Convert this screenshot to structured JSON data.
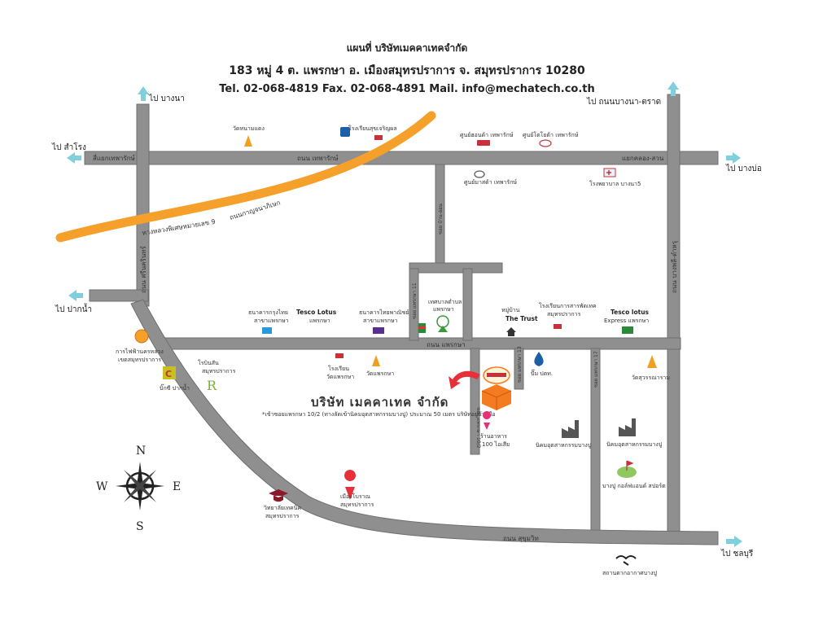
{
  "header": {
    "title": "แผนที่ บริษัทเมคคาเทคจำกัด",
    "address": "183 หมู่ 4 ต. แพรกษา อ. เมืองสมุทรปราการ จ. สมุทรปราการ 10280",
    "contact": "Tel. 02-068-4819 Fax. 02-068-4891 Mail. info@mechatech.co.th"
  },
  "directions": {
    "bangna": "ไป บางนา",
    "bangna_trat": "ไป ถนนบางนา-ตราด",
    "samrong": "ไป สำโรง",
    "bangbo": "ไป บางบ่อ",
    "paknam": "ไป ปากน้ำ",
    "chonburi": "ไป ชลบุรี"
  },
  "roads": {
    "thepharak": "ถนน เทพารักษ์",
    "thepharak_junction": "สี่แยกเทพารักษ์",
    "khlongsuan_junction": "แยกคลอง-สวน",
    "kanchanaphisek": "ถนนกาญจนาภิเษก",
    "highway9": "ทางหลวงพิเศษหมายเลข 9",
    "srinakarin": "ถนน ศรีนครินทร์",
    "bangphli_tamru": "ถนน บางพลี-ตำหรุ",
    "phraeksa": "ถนน แพรกษา",
    "sukhumvit": "ถนน สุขุมวิท",
    "soi_side": "ซอย บ้าน-อ่อน",
    "soi_11": "ซอย แพรกษา 11",
    "soi_10_2": "ซอย แพรกษา 10/2",
    "soi_13": "ซอย แพรกษา 13",
    "soi_17": "ซอย แพรกษา 17"
  },
  "pois": {
    "wat_mahaeng": "วัดหนามแดง",
    "school_suksa": "โรงเรียนสุขเจริญผล",
    "honda": "ศูนย์ฮอนด้า เทพารักษ์",
    "toyota": "ศูนย์โตโยต้า เทพารักษ์",
    "mazda": "ศูนย์มาสด้า เทพารักษ์",
    "hospital": "โรงพยาบาล บางนา5",
    "ktb": "ธนาคารกรุงไทย",
    "ktb_branch": "สาขาแพรกษา",
    "lotus_1": "Tesco Lotus",
    "lotus_1_branch": "แพรกษา",
    "scb": "ธนาคารไทยพาณิชย์",
    "scb_branch": "สาขาแพรกษา",
    "tesaban": "เทศบาลตำบล",
    "tesaban_2": "แพรกษา",
    "village": "หมู่บ้าน",
    "village_2": "The Trust",
    "school_tech": "โรงเรียนการสารพัดเทค",
    "school_tech_2": "สมุทรปราการ",
    "lotus_2": "Tesco lotus",
    "lotus_2_branch": "Express แพรกษา",
    "electric": "การไฟฟ้านครหลวง",
    "electric_2": "เขตสมุทรปราการ",
    "robinson": "โรบินสัน",
    "robinson_2": "สมุทรปราการ",
    "bigc": "บิ๊กซี ปากน้ำ",
    "school_phraeksa": "โรงเรียน",
    "school_phraeksa_2": "วัดแพรกษา",
    "wat_phraeksa": "วัดแพรกษา",
    "ptt": "ปั๊ม ปตท.",
    "wat_suwan": "วัดสุวรรณาราม",
    "restaurant": "ร้านอาหาร",
    "restaurant_2": "100 ไอเสีย",
    "industrial_1": "นิคมอุตสาหกรรมบางปู",
    "industrial_2": "นิคมอุตสาหกรรมบางปู",
    "golf": "บางปู กอล์ฟแอนด์ สปอร์ต",
    "college": "วิทยาลัยเทคนิค",
    "college_2": "สมุทรปราการ",
    "ancient_city": "เมืองโบราณ",
    "ancient_city_2": "สมุทรปราการ",
    "bangpu": "สถานตากอากาศบางปู"
  },
  "company": {
    "name": "บริษัท เมคคาเทค จำกัด",
    "note": "*เข้าซอยแพรกษา 10/2 (ทางลัดเข้านิคมอุตสาหกรรมบางปู) ประมาณ 50 เมตร บริษัทอยู่ซ้ายมือ"
  },
  "compass": {
    "n": "N",
    "s": "S",
    "e": "E",
    "w": "W"
  },
  "colors": {
    "road": "#8f8f8f",
    "road_edge": "#6f6f6f",
    "highway": "#f5a02a",
    "arrow": "#7fd0dc",
    "marker": "#e8303a",
    "company": "#f57b20"
  }
}
